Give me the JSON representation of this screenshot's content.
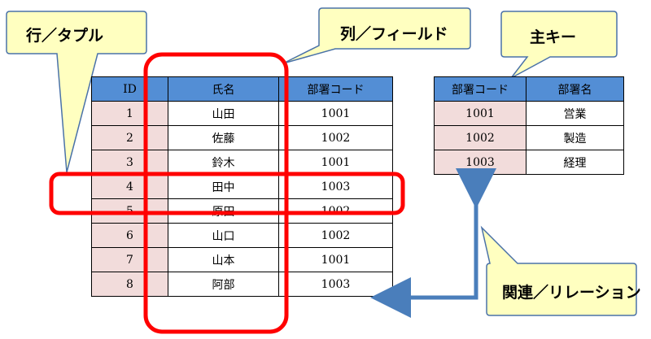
{
  "callouts": {
    "row": "行／タプル",
    "column": "列／フィールド",
    "primary_key": "主キー",
    "relation": "関連／リレーション"
  },
  "main_table": {
    "headers": [
      "ID",
      "氏名",
      "部署コード"
    ],
    "rows": [
      [
        "1",
        "山田",
        "1001"
      ],
      [
        "2",
        "佐藤",
        "1002"
      ],
      [
        "3",
        "鈴木",
        "1001"
      ],
      [
        "4",
        "田中",
        "1003"
      ],
      [
        "5",
        "原田",
        "1002"
      ],
      [
        "6",
        "山口",
        "1002"
      ],
      [
        "7",
        "山本",
        "1001"
      ],
      [
        "8",
        "阿部",
        "1003"
      ]
    ]
  },
  "dept_table": {
    "headers": [
      "部署コード",
      "部署名"
    ],
    "rows": [
      [
        "1001",
        "営業"
      ],
      [
        "1002",
        "製造"
      ],
      [
        "1003",
        "経理"
      ]
    ]
  },
  "colors": {
    "header_fill": "#538ed5",
    "key_fill": "#f2dcdb",
    "callout_fill": "#ffffc0",
    "callout_stroke": "#4a72a8",
    "highlight": "#ff0000",
    "arrow": "#4a7ebb"
  }
}
